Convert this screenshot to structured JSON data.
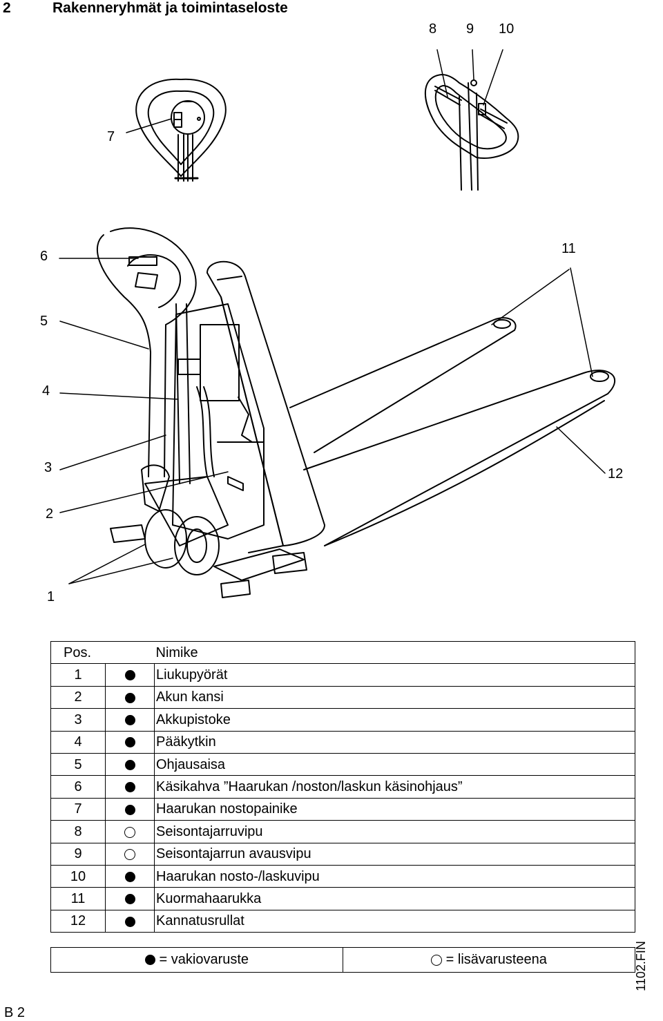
{
  "header": {
    "section_number": "2",
    "title": "Rakenneryhmät ja toimintaseloste"
  },
  "callouts": {
    "c1": "1",
    "c2": "2",
    "c3": "3",
    "c4": "4",
    "c5": "5",
    "c6": "6",
    "c7": "7",
    "c8": "8",
    "c9": "9",
    "c10": "10",
    "c11": "11",
    "c12": "12"
  },
  "table": {
    "header_pos": "Pos.",
    "header_name": "Nimike",
    "rows": [
      {
        "pos": "1",
        "mark": "standard",
        "name": "Liukupyörät"
      },
      {
        "pos": "2",
        "mark": "standard",
        "name": "Akun kansi"
      },
      {
        "pos": "3",
        "mark": "standard",
        "name": "Akkupistoke"
      },
      {
        "pos": "4",
        "mark": "standard",
        "name": "Pääkytkin"
      },
      {
        "pos": "5",
        "mark": "standard",
        "name": "Ohjausaisa"
      },
      {
        "pos": "6",
        "mark": "standard",
        "name": "Käsikahva ”Haarukan /noston/laskun käsinohjaus”"
      },
      {
        "pos": "7",
        "mark": "standard",
        "name": "Haarukan nostopainike"
      },
      {
        "pos": "8",
        "mark": "optional",
        "name": "Seisontajarruvipu"
      },
      {
        "pos": "9",
        "mark": "optional",
        "name": "Seisontajarrun avausvipu"
      },
      {
        "pos": "10",
        "mark": "standard",
        "name": "Haarukan nosto-/laskuvipu"
      },
      {
        "pos": "11",
        "mark": "standard",
        "name": "Kuormahaarukka"
      },
      {
        "pos": "12",
        "mark": "standard",
        "name": "Kannatusrullat"
      }
    ]
  },
  "legend": {
    "standard_label": "= vakiovaruste",
    "optional_label": "= lisävarusteena"
  },
  "doc_code": "1102.FIN",
  "page_label": "B 2"
}
